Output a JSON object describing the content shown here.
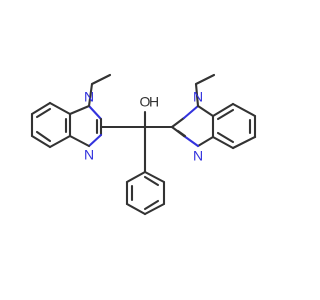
{
  "molecule": {
    "atoms": {
      "n_left": "N",
      "n_left_lower": "N",
      "n_right": "N",
      "n_right_lower": "N",
      "oxygen": "O",
      "hydroxyl_h": "H"
    },
    "colors": {
      "carbon": "#333333",
      "nitrogen": "#3333dd",
      "oxygen": "#333333",
      "background": "#ffffff"
    }
  }
}
